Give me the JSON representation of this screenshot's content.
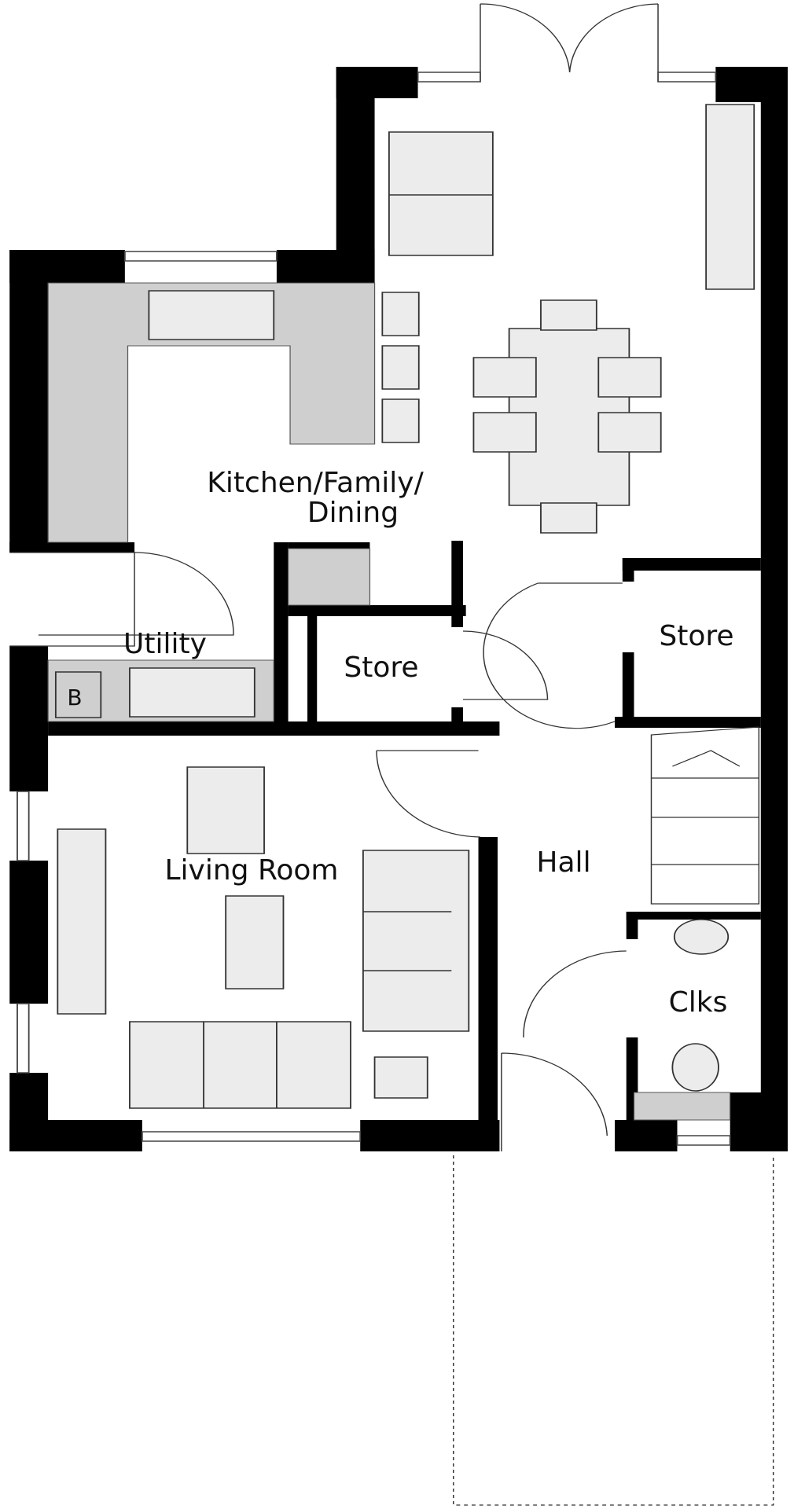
{
  "rooms": {
    "kitchen_line1": "Kitchen/Family/",
    "kitchen_line2": "Dining",
    "utility": "Utility",
    "store_left": "Store",
    "store_right": "Store",
    "boiler": "B",
    "living": "Living Room",
    "hall": "Hall",
    "clks": "Clks"
  },
  "colors": {
    "wall": "#000000",
    "fixture": "#cfcfcf",
    "furniture": "#ececec"
  }
}
